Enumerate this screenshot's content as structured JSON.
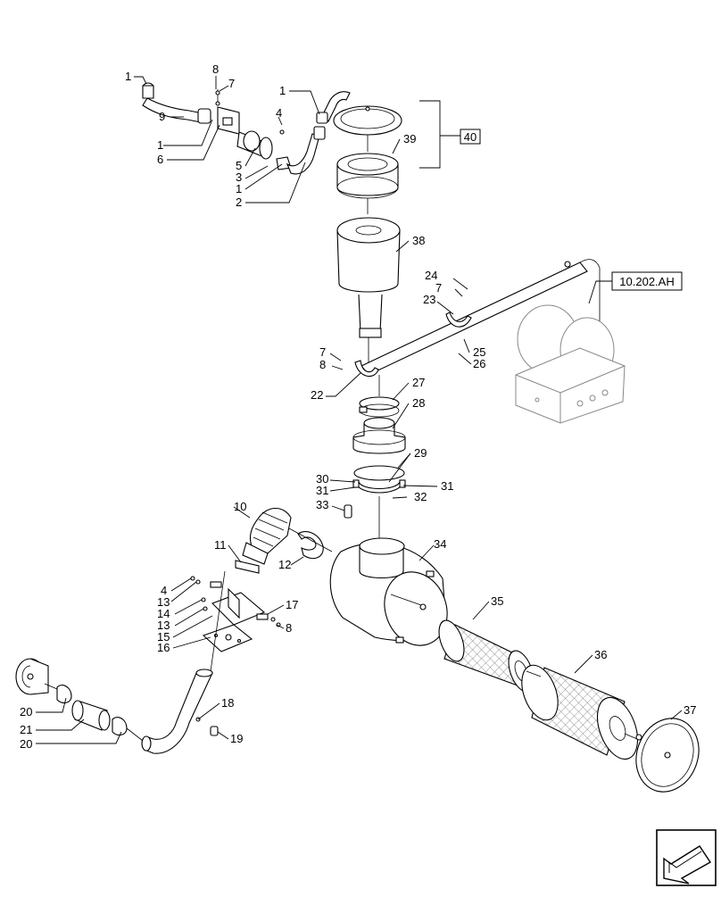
{
  "callouts": [
    {
      "id": "c1a",
      "text": "1"
    },
    {
      "id": "c9",
      "text": "9"
    },
    {
      "id": "c8a",
      "text": "8"
    },
    {
      "id": "c7a",
      "text": "7"
    },
    {
      "id": "c1b",
      "text": "1"
    },
    {
      "id": "c6",
      "text": "6"
    },
    {
      "id": "c4a",
      "text": "4"
    },
    {
      "id": "c5",
      "text": "5"
    },
    {
      "id": "c3",
      "text": "3"
    },
    {
      "id": "c1c",
      "text": "1"
    },
    {
      "id": "c2",
      "text": "2"
    },
    {
      "id": "c1d",
      "text": "1"
    },
    {
      "id": "c39",
      "text": "39"
    },
    {
      "id": "c38",
      "text": "38"
    },
    {
      "id": "c24",
      "text": "24"
    },
    {
      "id": "c7b",
      "text": "7"
    },
    {
      "id": "c23",
      "text": "23"
    },
    {
      "id": "c25",
      "text": "25"
    },
    {
      "id": "c26",
      "text": "26"
    },
    {
      "id": "c7c",
      "text": "7"
    },
    {
      "id": "c8b",
      "text": "8"
    },
    {
      "id": "c22",
      "text": "22"
    },
    {
      "id": "c27",
      "text": "27"
    },
    {
      "id": "c28",
      "text": "28"
    },
    {
      "id": "c29",
      "text": "29"
    },
    {
      "id": "c30",
      "text": "30"
    },
    {
      "id": "c31a",
      "text": "31"
    },
    {
      "id": "c31b",
      "text": "31"
    },
    {
      "id": "c32",
      "text": "32"
    },
    {
      "id": "c33",
      "text": "33"
    },
    {
      "id": "c10",
      "text": "10"
    },
    {
      "id": "c12",
      "text": "12"
    },
    {
      "id": "c34",
      "text": "34"
    },
    {
      "id": "c11",
      "text": "11"
    },
    {
      "id": "c4b",
      "text": "4"
    },
    {
      "id": "c13a",
      "text": "13"
    },
    {
      "id": "c14",
      "text": "14"
    },
    {
      "id": "c13b",
      "text": "13"
    },
    {
      "id": "c15",
      "text": "15"
    },
    {
      "id": "c16",
      "text": "16"
    },
    {
      "id": "c17",
      "text": "17"
    },
    {
      "id": "c8c",
      "text": "8"
    },
    {
      "id": "c35",
      "text": "35"
    },
    {
      "id": "c36",
      "text": "36"
    },
    {
      "id": "c37",
      "text": "37"
    },
    {
      "id": "c18",
      "text": "18"
    },
    {
      "id": "c19",
      "text": "19"
    },
    {
      "id": "c20a",
      "text": "20"
    },
    {
      "id": "c21",
      "text": "21"
    },
    {
      "id": "c20b",
      "text": "20"
    }
  ],
  "references": {
    "group_ref": "40",
    "section_ref": "10.202.AH"
  },
  "nav": {
    "icon": "next-page-arrow-icon"
  }
}
